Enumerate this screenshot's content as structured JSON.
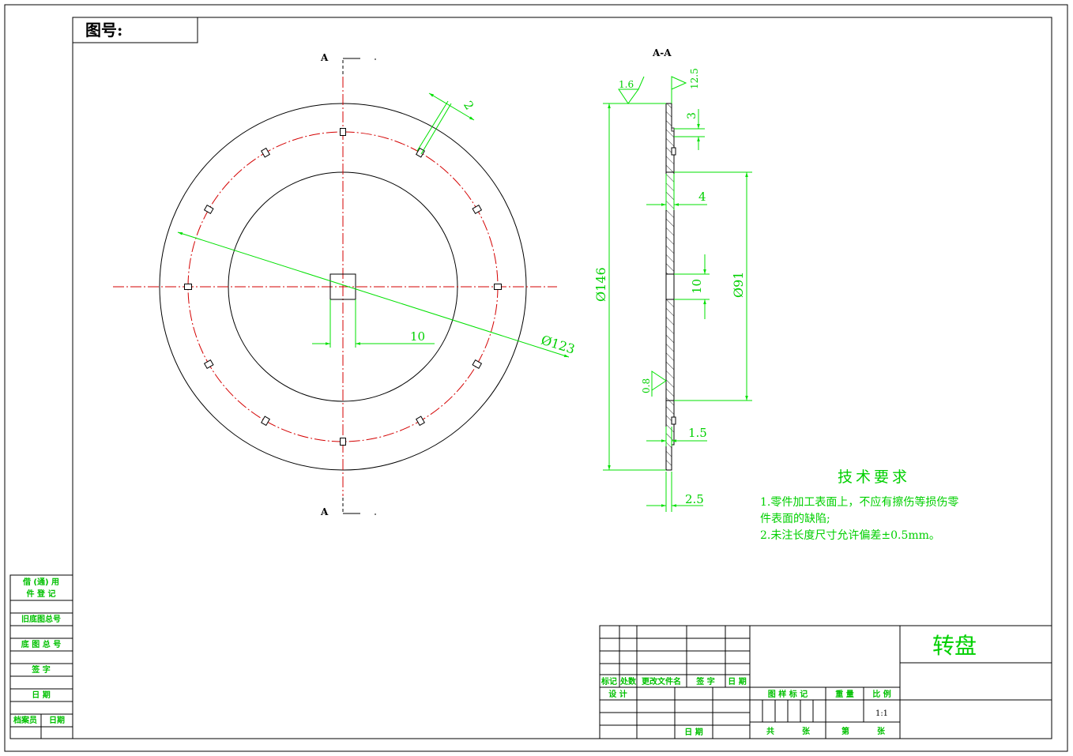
{
  "drawing_number_label": "图号:",
  "section_marker": "A",
  "section_title": "A-A",
  "part_name": "转盘",
  "scale": "1:1",
  "dimensions": {
    "width_2": "2",
    "key_10": "10",
    "pcd_123": "Ø123",
    "od_146": "Ø146",
    "id_91": "Ø91",
    "step_3": "3",
    "thick_4": "4",
    "bore_10": "10",
    "thick_1_5": "1.5",
    "thick_2_5": "2.5"
  },
  "roughness": {
    "r1": "1.6",
    "r2": "12.5",
    "r3": "0.8"
  },
  "tech_req": {
    "title": "技术要求",
    "line1": "1.零件加工表面上，不应有擦伤等损伤零",
    "line2": "件表面的缺陷;",
    "line3": "2.未注长度尺寸允许偏差±0.5mm。"
  },
  "left_block": {
    "borrow_1": "借 (通) 用",
    "borrow_2": "件 登 记",
    "old_base_no": "旧底图总号",
    "base_no": "底 图 总 号",
    "signature": "签 字",
    "date": "日 期",
    "archivist": "档案员",
    "archive_date": "日期"
  },
  "title_block": {
    "mark": "标记",
    "count": "处数",
    "change_doc": "更改文件名",
    "sign": "签 字",
    "date": "日 期",
    "design": "设 计",
    "date2": "日 期",
    "drawing_mark": "图 样 标 记",
    "weight": "重 量",
    "ratio": "比 例",
    "total": "共",
    "sheet": "张",
    "sheet_no": "第",
    "sheet2": "张"
  }
}
